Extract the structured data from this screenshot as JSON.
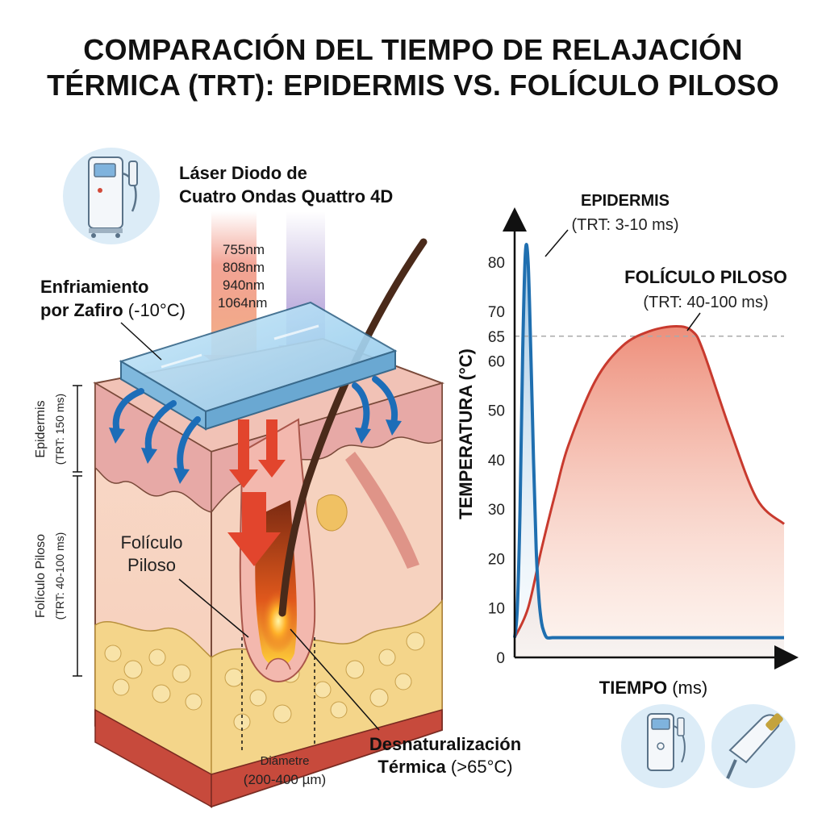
{
  "title": {
    "line1": "COMPARACIÓN DEL TIEMPO DE RELAJACIÓN",
    "line2": "TÉRMICA (TRT): EPIDERMIS VS. FOLÍCULO PILOSO"
  },
  "device": {
    "name_line1": "Láser Diodo de",
    "name_line2": "Cuatro Ondas Quattro 4D",
    "wavelengths": [
      "755nm",
      "808nm",
      "940nm",
      "1064nm"
    ]
  },
  "cooling": {
    "line1": "Enfriamiento",
    "line2_bold": "por Zafiro",
    "line2_rest": "(-10°C)"
  },
  "side_labels": {
    "epidermis_name": "Epidermis",
    "epidermis_trt": "(TRT: 150 ms)",
    "follicle_name": "Folículo Piloso",
    "follicle_trt": "(TRT: 40-100 ms)"
  },
  "skin_labels": {
    "follicle_line1": "Folículo",
    "follicle_line2": "Piloso",
    "diameter_line1": "Diámetre",
    "diameter_line2": "(200-400 µm)",
    "denat_line1": "Desnaturalización",
    "denat_line2_bold": "Térmica",
    "denat_line2_rest": "(>65°C)"
  },
  "chart_labels": {
    "epidermis_name": "EPIDERMIS",
    "epidermis_trt": "(TRT: 3-10 ms)",
    "follicle_name": "FOLÍCULO PILOSO",
    "follicle_trt": "(TRT: 40-100 ms)"
  },
  "colors": {
    "epidermis_curve": "#1f6fb0",
    "follicle_curve": "#c83a2e",
    "cooling_arrow": "#1c6db8",
    "heat_arrow": "#e2452d",
    "plate": "#a9d6f0"
  },
  "chart_data": {
    "type": "line",
    "xlabel_bold": "TIEMPO",
    "xlabel_unit": "(ms)",
    "ylabel": "TEMPERATURA (°C)",
    "ylim": [
      0,
      87
    ],
    "yticks": [
      0,
      10,
      20,
      30,
      40,
      50,
      60,
      65,
      70,
      80
    ],
    "reference_line": 65,
    "grid": false,
    "series": [
      {
        "name": "EPIDERMIS",
        "x": [
          0,
          1,
          2,
          3,
          4,
          5,
          6,
          7,
          8,
          9,
          10,
          11,
          12,
          14,
          16,
          20,
          30,
          60,
          100
        ],
        "y": [
          4,
          10,
          30,
          62,
          82,
          80,
          62,
          40,
          22,
          12,
          7,
          5,
          4,
          4,
          4,
          4,
          4,
          4,
          4
        ]
      },
      {
        "name": "FOLÍCULO PILOSO",
        "x": [
          0,
          5,
          10,
          15,
          20,
          30,
          40,
          50,
          60,
          66,
          70,
          80,
          90,
          100
        ],
        "y": [
          4,
          10,
          22,
          33,
          43,
          56,
          63,
          66,
          67,
          66,
          62,
          46,
          32,
          27
        ]
      }
    ]
  }
}
